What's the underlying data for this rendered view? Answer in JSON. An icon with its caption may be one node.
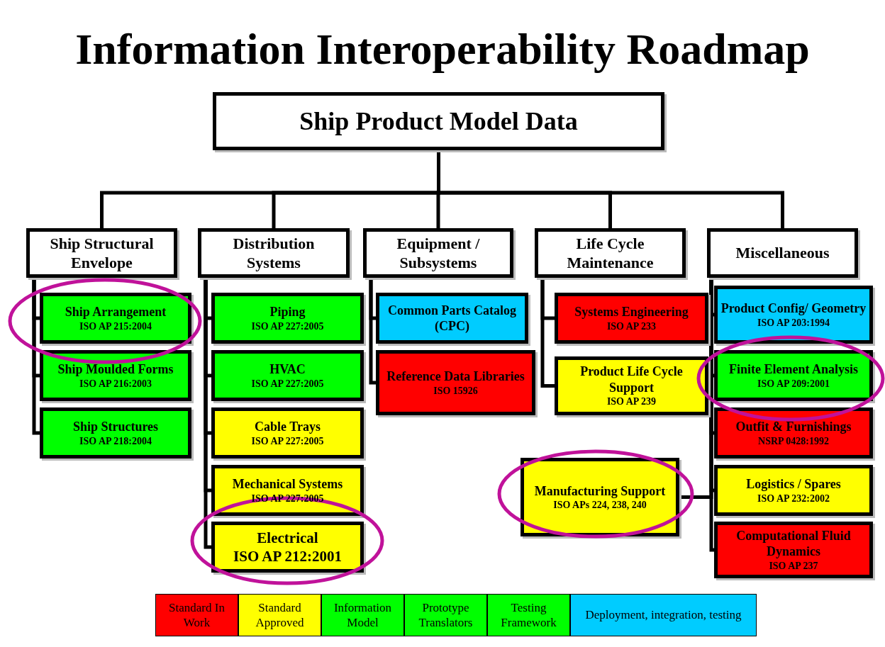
{
  "diagram": {
    "title": "Information Interoperability Roadmap",
    "nodes": [
      {
        "text": [
          "Ship Product Model Data"
        ]
      },
      {
        "text": [
          "Ship Structural Envelope"
        ]
      },
      {
        "text": [
          "Distribution Systems"
        ]
      },
      {
        "text": [
          "Equipment / Subsystems"
        ]
      },
      {
        "text": [
          "Life Cycle Maintenance"
        ]
      },
      {
        "text": [
          "Miscellaneous"
        ]
      },
      {
        "text": [
          "Ship Arrangement",
          "ISO AP 215:2004"
        ]
      },
      {
        "text": [
          "Ship Moulded Forms",
          "ISO AP 216:2003"
        ]
      },
      {
        "text": [
          "Ship Structures",
          "ISO AP 218:2004"
        ]
      },
      {
        "text": [
          "Piping",
          "ISO AP 227:2005"
        ]
      },
      {
        "text": [
          "HVAC",
          "ISO AP 227:2005"
        ]
      },
      {
        "text": [
          "Cable Trays",
          "ISO AP 227:2005"
        ]
      },
      {
        "text": [
          "Mechanical Systems",
          "ISO AP 227:2005"
        ]
      },
      {
        "text": [
          "Electrical",
          "ISO AP 212:2001"
        ]
      },
      {
        "text": [
          "Common Parts Catalog (CPC)"
        ]
      },
      {
        "text": [
          "Reference Data Libraries",
          "ISO 15926"
        ]
      },
      {
        "text": [
          "Systems Engineering",
          "ISO AP 233"
        ]
      },
      {
        "text": [
          "Product Life Cycle Support",
          "ISO AP 239"
        ]
      },
      {
        "text": [
          "Manufacturing Support",
          "ISO APs 224, 238, 240"
        ]
      },
      {
        "text": [
          "Product Config/ Geometry",
          "ISO AP 203:1994"
        ]
      },
      {
        "text": [
          "Finite Element Analysis",
          "ISO AP 209:2001"
        ]
      },
      {
        "text": [
          "Outfit & Furnishings",
          "NSRP 0428:1992"
        ]
      },
      {
        "text": [
          "Logistics / Spares",
          "ISO AP 232:2002"
        ]
      },
      {
        "text": [
          "Computational Fluid Dynamics",
          "ISO AP 237"
        ]
      }
    ],
    "edges": [
      {
        "from": 0,
        "to": 1,
        "arrow": "none"
      },
      {
        "from": 0,
        "to": 2,
        "arrow": "none"
      },
      {
        "from": 0,
        "to": 3,
        "arrow": "none"
      },
      {
        "from": 0,
        "to": 4,
        "arrow": "none"
      },
      {
        "from": 0,
        "to": 5,
        "arrow": "none"
      },
      {
        "from": 1,
        "to": 6,
        "arrow": "none"
      },
      {
        "from": 1,
        "to": 7,
        "arrow": "none"
      },
      {
        "from": 1,
        "to": 8,
        "arrow": "none"
      },
      {
        "from": 2,
        "to": 9,
        "arrow": "none"
      },
      {
        "from": 2,
        "to": 10,
        "arrow": "none"
      },
      {
        "from": 2,
        "to": 11,
        "arrow": "none"
      },
      {
        "from": 2,
        "to": 12,
        "arrow": "none"
      },
      {
        "from": 2,
        "to": 13,
        "arrow": "none"
      },
      {
        "from": 3,
        "to": 14,
        "arrow": "none"
      },
      {
        "from": 3,
        "to": 15,
        "arrow": "none"
      },
      {
        "from": 4,
        "to": 16,
        "arrow": "none"
      },
      {
        "from": 4,
        "to": 17,
        "arrow": "none"
      },
      {
        "from": 5,
        "to": 18,
        "arrow": "none"
      },
      {
        "from": 5,
        "to": 19,
        "arrow": "none"
      },
      {
        "from": 5,
        "to": 20,
        "arrow": "none"
      },
      {
        "from": 5,
        "to": 21,
        "arrow": "none"
      },
      {
        "from": 5,
        "to": 22,
        "arrow": "none"
      },
      {
        "from": 5,
        "to": 23,
        "arrow": "none"
      }
    ],
    "legend": [
      {
        "text": "Standard In Work",
        "color": "#ff0000"
      },
      {
        "text": "Standard Approved",
        "color": "#ffff00"
      },
      {
        "text": "Information Model",
        "color": "#00ff00"
      },
      {
        "text": "Prototype Translators",
        "color": "#00ff00"
      },
      {
        "text": "Testing Framework",
        "color": "#00ff00"
      },
      {
        "text": "Deployment, integration, testing",
        "color": "#00ccff"
      }
    ]
  }
}
